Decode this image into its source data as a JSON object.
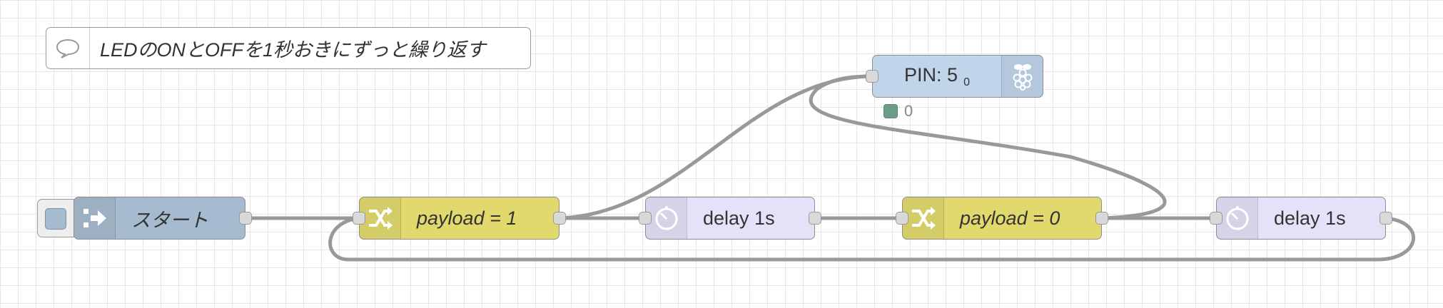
{
  "colors": {
    "inject": "#a6bbcf",
    "change": "#e2d96e",
    "delay": "#e6e0f8",
    "rpi_gpio": "#c0d4ea",
    "status_dot": "#6c9e87",
    "wire": "#999999"
  },
  "comment": {
    "icon": "speech-bubble-icon",
    "text": "LEDのONとOFFを1秒おきにずっと繰り返す"
  },
  "nodes": {
    "inject": {
      "label": "スタート",
      "icon": "inject-arrow-icon"
    },
    "change1": {
      "label": "payload = 1",
      "icon": "shuffle-icon"
    },
    "delay1": {
      "label": "delay 1s",
      "icon": "timer-icon"
    },
    "change0": {
      "label": "payload = 0",
      "icon": "shuffle-icon"
    },
    "delay2": {
      "label": "delay 1s",
      "icon": "timer-icon"
    },
    "gpio": {
      "label": "PIN: 5",
      "sub": "0",
      "icon": "raspberry-pi-icon",
      "status_text": "0"
    }
  }
}
